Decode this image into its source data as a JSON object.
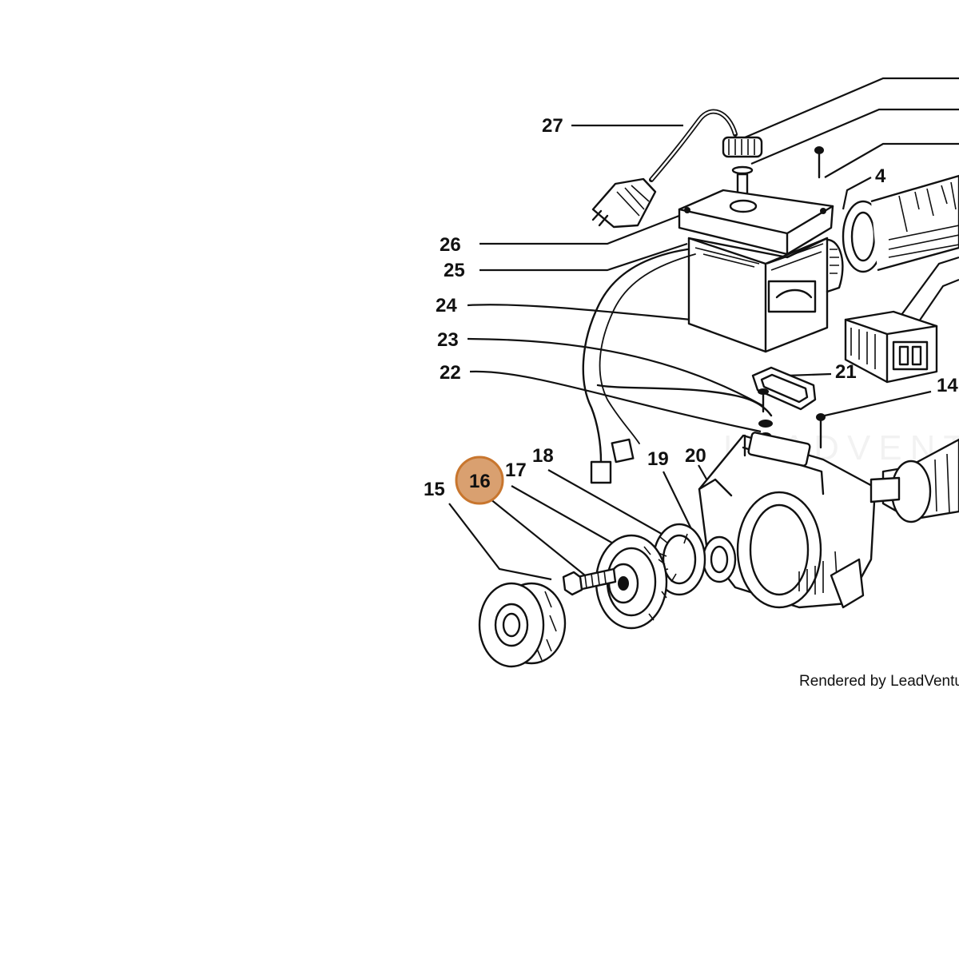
{
  "diagram": {
    "callouts": {
      "c4": "4",
      "c14": "14",
      "c15": "15",
      "c16": "16",
      "c17": "17",
      "c18": "18",
      "c19": "19",
      "c20": "20",
      "c21": "21",
      "c22": "22",
      "c23": "23",
      "c24": "24",
      "c25": "25",
      "c26": "26",
      "c27": "27"
    },
    "highlighted_callout": "16",
    "highlight_color": "#d9a070",
    "highlight_border_color": "#c8762e"
  },
  "footer": {
    "rendered_by": "Rendered by LeadVentur",
    "watermark": "LEADVENT"
  }
}
